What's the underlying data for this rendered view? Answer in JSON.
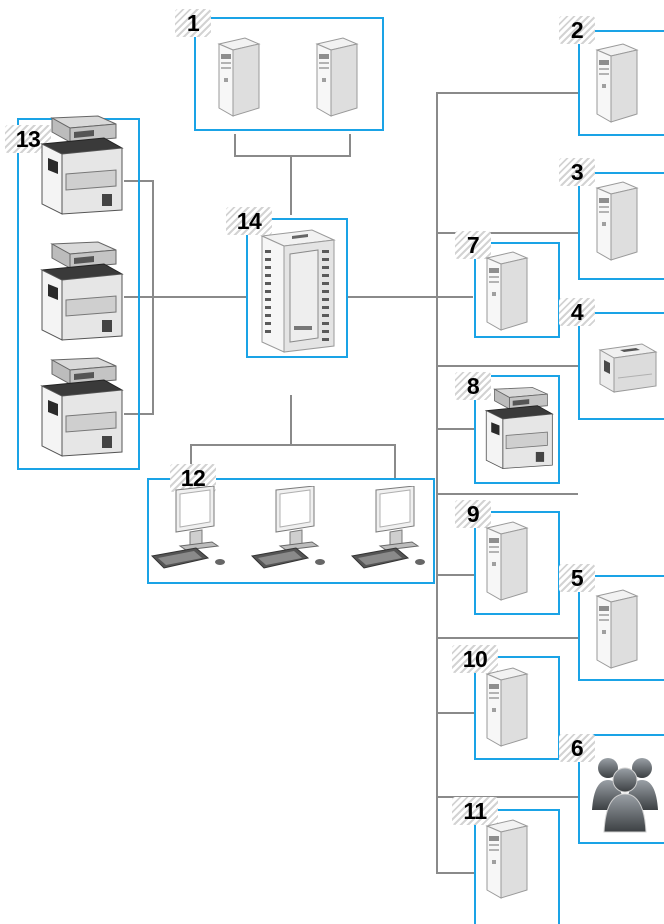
{
  "diagram": {
    "labels": {
      "n1": "1",
      "n2": "2",
      "n3": "3",
      "n4": "4",
      "n5": "5",
      "n6": "6",
      "n7": "7",
      "n8": "8",
      "n9": "9",
      "n10": "10",
      "n11": "11",
      "n12": "12",
      "n13": "13",
      "n14": "14"
    },
    "colors": {
      "frame": "#1aa3e6",
      "connector": "#8a8a8a",
      "device": "#e6e6e6",
      "device_outline": "#9a9a9a"
    },
    "icons": {
      "n1": [
        "server-tower-icon",
        "server-tower-icon"
      ],
      "n2": "server-tower-icon",
      "n3": "server-tower-icon",
      "n4": "laser-printer-icon",
      "n5": "server-tower-icon",
      "n6": "user-group-icon",
      "n7": "server-tower-icon",
      "n8": "multifunction-printer-icon",
      "n9": "server-tower-icon",
      "n10": "server-tower-icon",
      "n11": "server-tower-icon",
      "n12": [
        "workstation-icon",
        "workstation-icon",
        "workstation-icon"
      ],
      "n13": [
        "multifunction-printer-icon",
        "multifunction-printer-icon",
        "multifunction-printer-icon"
      ],
      "n14": "rack-server-icon"
    }
  }
}
